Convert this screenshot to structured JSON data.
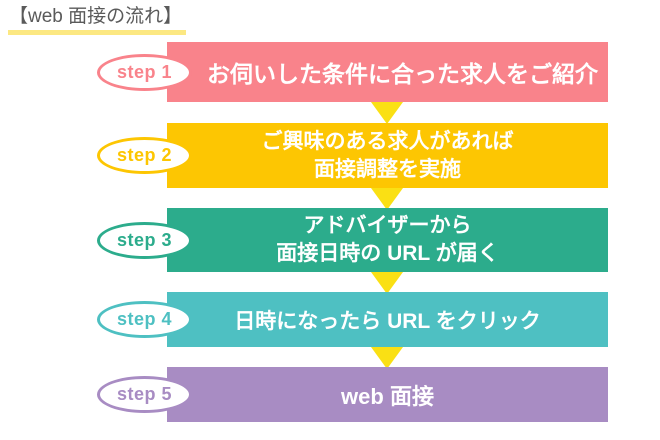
{
  "title": {
    "text": "【web 面接の流れ】",
    "color": "#5A5A5A",
    "highlight_color": "#FCE882"
  },
  "arrow": {
    "color": "#FAE014"
  },
  "steps": [
    {
      "label": "step 1",
      "line1": "お伺いした条件に合った求人をご紹介",
      "line2": "",
      "color": "#F9838B"
    },
    {
      "label": "step 2",
      "line1": "ご興味のある求人があれば",
      "line2": "面接調整を実施",
      "color": "#FDC602"
    },
    {
      "label": "step 3",
      "line1": "アドバイザーから",
      "line2": "面接日時の URL が届く",
      "color": "#2CAC8C"
    },
    {
      "label": "step 4",
      "line1": "日時になったら URL をクリック",
      "line2": "",
      "color": "#4EC0C2"
    },
    {
      "label": "step 5",
      "line1": "web 面接",
      "line2": "",
      "color": "#A88CC3"
    }
  ]
}
